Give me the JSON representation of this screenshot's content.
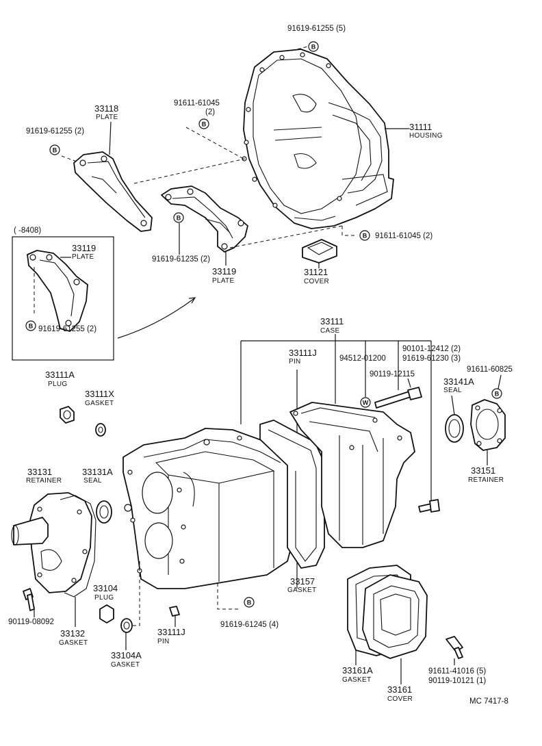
{
  "parts": {
    "housing_bolt": {
      "number": "91619-61255 (5)",
      "marker": "B"
    },
    "plate_33118": {
      "number": "33118",
      "name": "PLATE"
    },
    "plate_33118_bolt": {
      "number": "91619-61255 (2)",
      "marker": "B"
    },
    "bolt_91611_61045_top": {
      "number": "91611-61045",
      "qty": "(2)",
      "marker": "B"
    },
    "housing": {
      "number": "31111",
      "name": "HOUSING"
    },
    "bolt_91611_61045_right": {
      "number": "91611-61045 (2)",
      "marker": "B"
    },
    "plate_33119_bolt": {
      "number": "91619-61235 (2)",
      "marker": "B"
    },
    "plate_33119": {
      "number": "33119",
      "name": "PLATE"
    },
    "cover_31121": {
      "number": "31121",
      "name": "COVER"
    },
    "inset": {
      "range": "(      -8408)",
      "plate": {
        "number": "33119",
        "name": "PLATE"
      },
      "bolt": {
        "number": "91619-61255 (2)",
        "marker": "B"
      }
    },
    "case": {
      "number": "33111",
      "name": "CASE"
    },
    "pin_top": {
      "number": "33111J",
      "name": "PIN"
    },
    "bolt_94512": {
      "number": "94512-01200"
    },
    "bolt_90101": {
      "number": "90101-12412 (2)"
    },
    "bolt_91619_61230": {
      "number": "91619-61230 (3)"
    },
    "bolt_90119_12115": {
      "number": "90119-12115",
      "marker": "W"
    },
    "bolt_91611_60825": {
      "number": "91611-60825",
      "marker": "B"
    },
    "plug_33111A": {
      "number": "33111A",
      "name": "PLUG"
    },
    "gasket_33111X": {
      "number": "33111X",
      "name": "GASKET"
    },
    "seal_33141A": {
      "number": "33141A",
      "name": "SEAL"
    },
    "retainer_33151": {
      "number": "33151",
      "name": "RETAINER"
    },
    "retainer_33131": {
      "number": "33131",
      "name": "RETAINER"
    },
    "seal_33131A": {
      "number": "33131A",
      "name": "SEAL"
    },
    "plug_33104": {
      "number": "33104",
      "name": "PLUG"
    },
    "gasket_33157": {
      "number": "33157",
      "name": "GASKET"
    },
    "bolt_90119_08092": {
      "number": "90119-08092"
    },
    "gasket_33132": {
      "number": "33132",
      "name": "GASKET"
    },
    "gasket_33104A": {
      "number": "33104A",
      "name": "GASKET"
    },
    "pin_bottom": {
      "number": "33111J",
      "name": "PIN"
    },
    "bolt_91619_61245": {
      "number": "91619-61245 (4)",
      "marker": "B"
    },
    "gasket_33161A": {
      "number": "33161A",
      "name": "GASKET"
    },
    "cover_33161": {
      "number": "33161",
      "name": "COVER"
    },
    "bolt_91611_41016": {
      "number": "91611-41016 (5)"
    },
    "bolt_90119_10121": {
      "number": "90119-10121 (1)"
    }
  },
  "footer": {
    "code": "MC  7417-8"
  }
}
